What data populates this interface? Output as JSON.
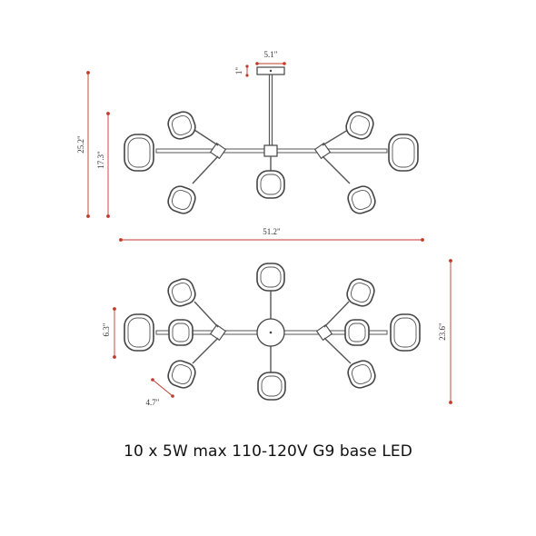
{
  "dimensions": {
    "canopy_width": "5.1\"",
    "canopy_height": "1\"",
    "overall_height": "25.2\"",
    "fixture_height": "17.3\"",
    "overall_width": "51.2\"",
    "top_view_depth": "6.3\"",
    "top_view_width": "23.6\"",
    "shade_size": "4.7\""
  },
  "caption": "10 x 5W max 110-120V G9 base LED",
  "colors": {
    "dimension_lines": "#c0392b",
    "drawing_lines": "#444444"
  }
}
